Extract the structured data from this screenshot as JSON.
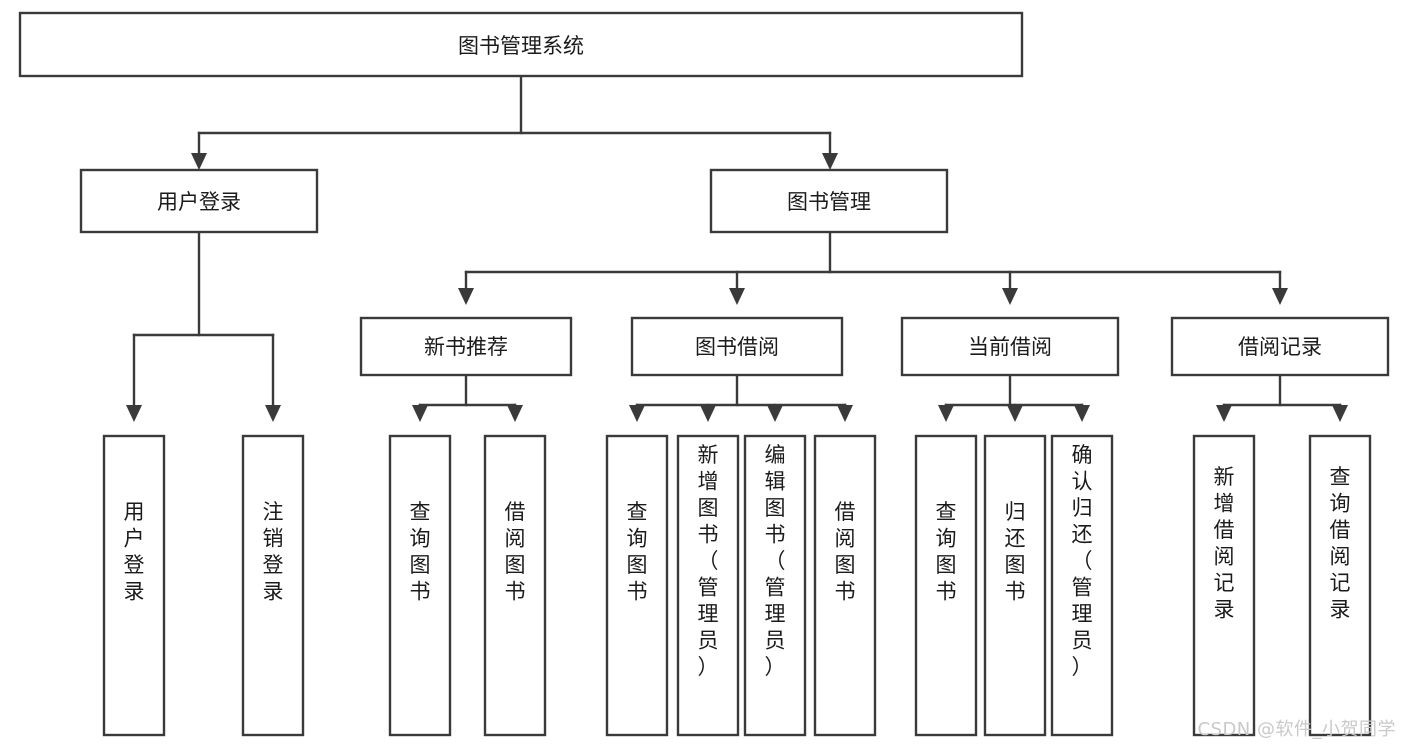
{
  "diagram": {
    "type": "tree",
    "title": "图书管理系统",
    "watermark": "CSDN @软件_小贺同学",
    "colors": {
      "stroke": "#3a3a3a",
      "fill": "#ffffff",
      "text": "#1b1b1b",
      "watermark": "#c9c9c9"
    },
    "nodes": {
      "root": "图书管理系统",
      "level2": {
        "user_login": "用户登录",
        "book_manage": "图书管理"
      },
      "level3": {
        "new_book_rec": "新书推荐",
        "book_borrow": "图书借阅",
        "current_borrow": "当前借阅",
        "borrow_record": "借阅记录"
      },
      "leaves": {
        "user_login_1": "用户登录",
        "user_login_2": "注销登录",
        "new_book_rec_1": "查询图书",
        "new_book_rec_2": "借阅图书",
        "book_borrow_1": "查询图书",
        "book_borrow_2": "新增图书（管理员）",
        "book_borrow_3": "编辑图书（管理员）",
        "book_borrow_4": "借阅图书",
        "current_borrow_1": "查询图书",
        "current_borrow_2": "归还图书",
        "current_borrow_3": "确认归还（管理员）",
        "borrow_record_1": "新增借阅记录",
        "borrow_record_2": "查询借阅记录"
      }
    }
  }
}
